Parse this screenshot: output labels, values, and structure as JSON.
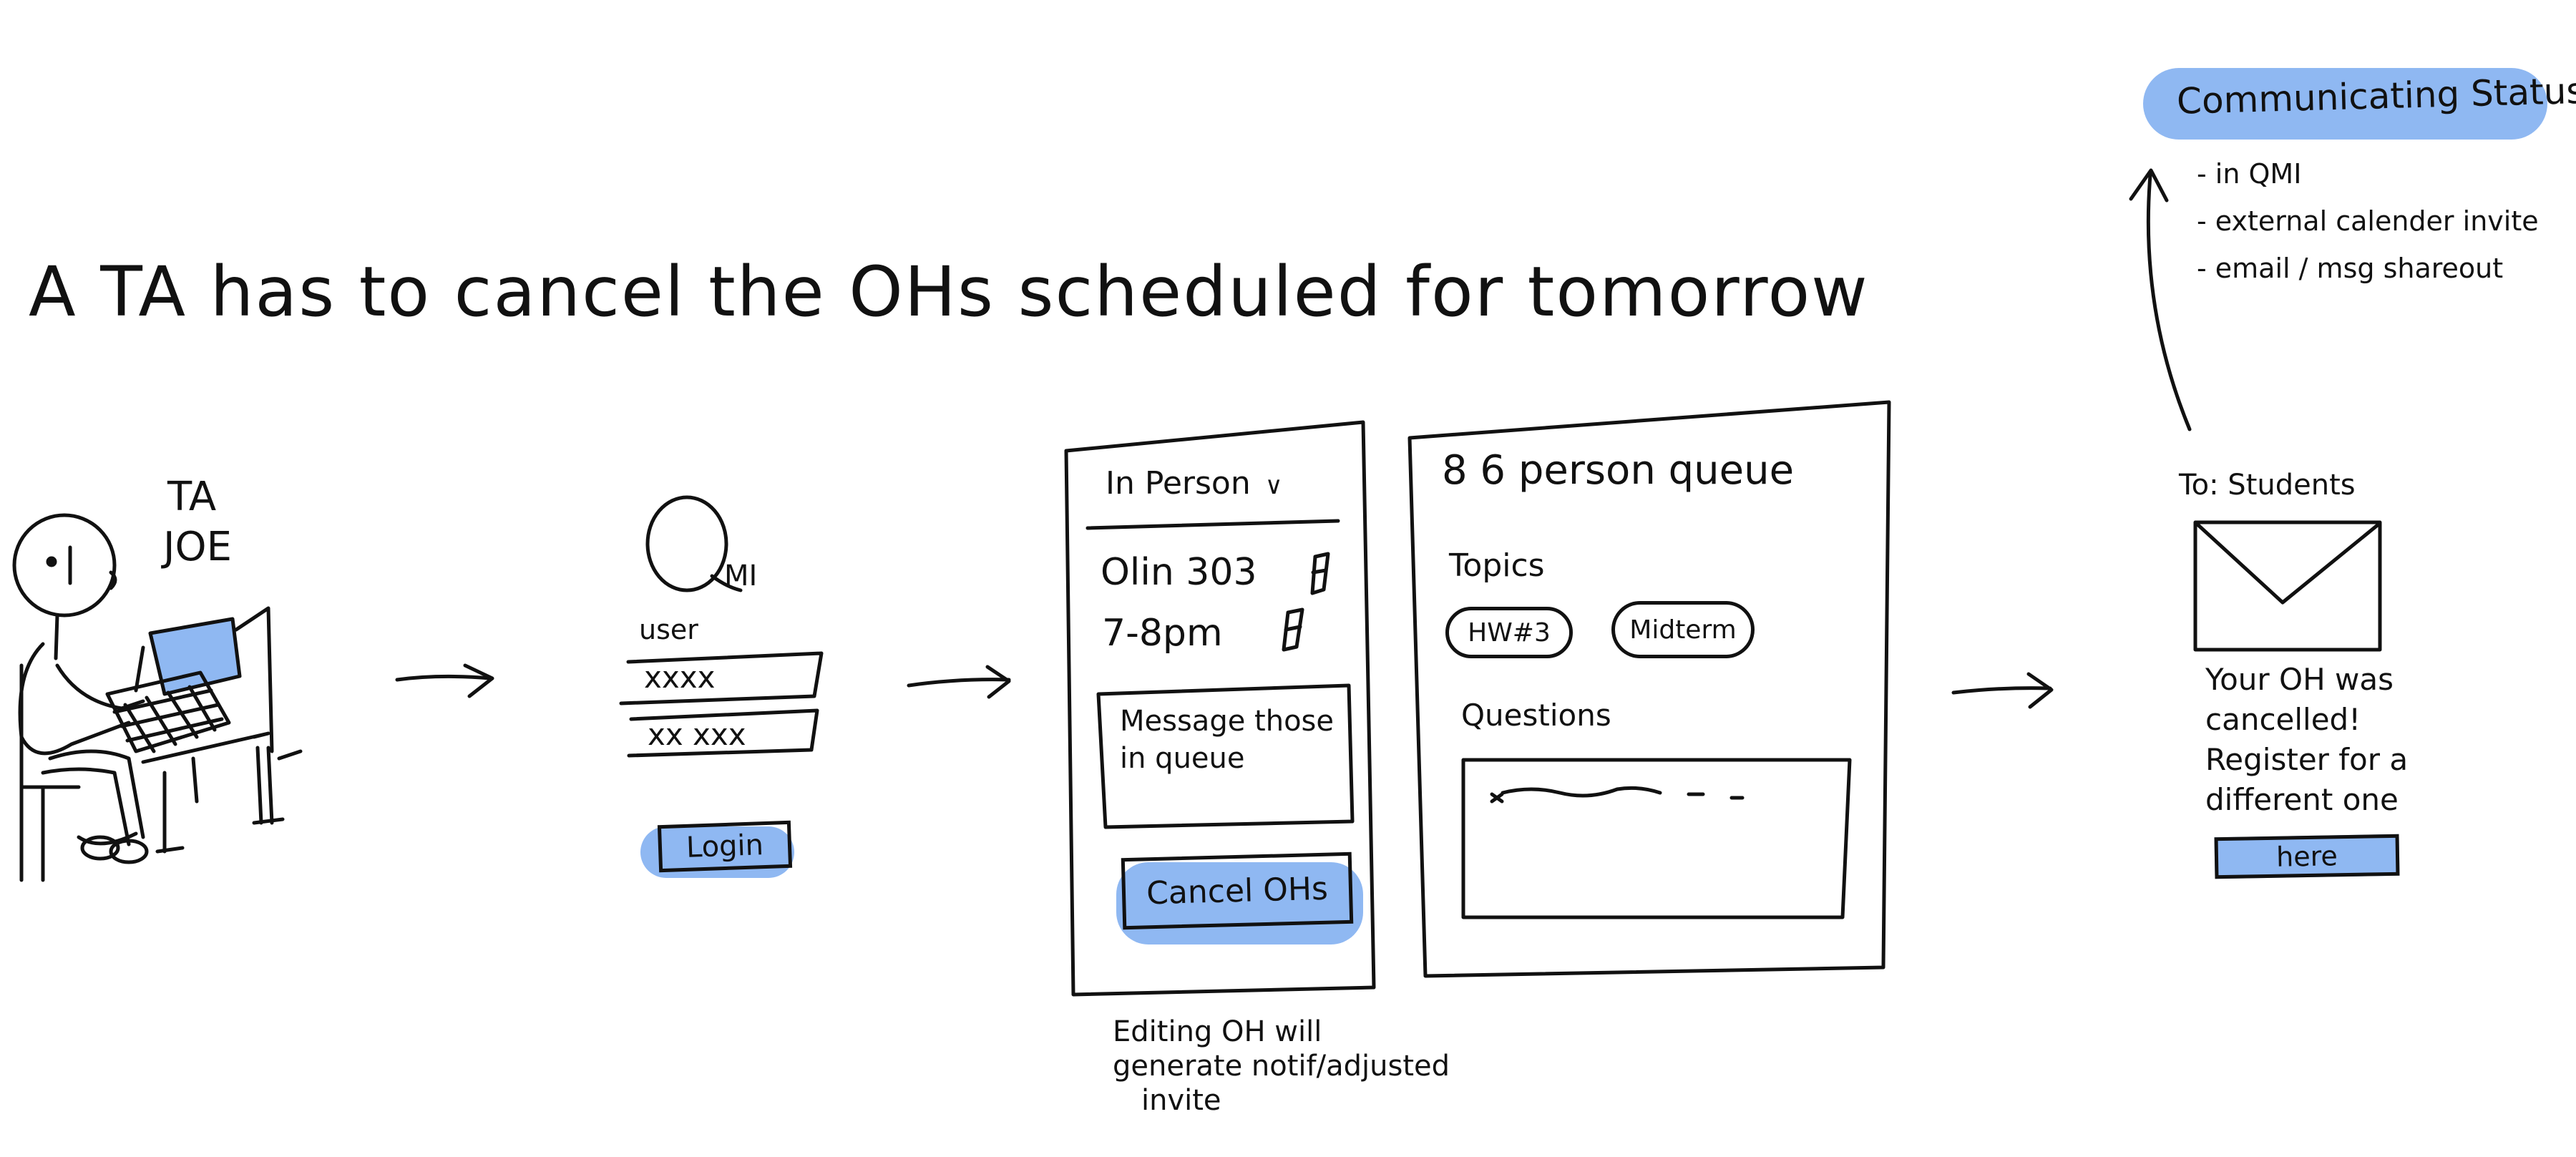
{
  "title": "A TA has to cancel the OHs scheduled for tomorrow",
  "persona": {
    "line1": "TA",
    "line2": "JOE"
  },
  "login": {
    "logo_letters": "MI",
    "user_label": "user",
    "username_value": "xxxx",
    "password_value": "xx xxx",
    "login_button": "Login"
  },
  "edit_panel": {
    "mode_select": "In Person",
    "location": "Olin 303",
    "time": "7-8pm",
    "message_placeholder": "Message those in queue",
    "cancel_button": "Cancel OHs"
  },
  "edit_caption": [
    "Editing OH will",
    "generate notif/adjusted",
    "invite"
  ],
  "queue_panel": {
    "queue_title": "8 6 person queue",
    "topics_label": "Topics",
    "topics": [
      "HW#3",
      "Midterm"
    ],
    "questions_label": "Questions"
  },
  "email": {
    "to": "To: Students",
    "body_lines": [
      "Your OH was",
      "cancelled!",
      "Register for a",
      "different one"
    ],
    "link_button": "here"
  },
  "status_note": {
    "heading": "Communicating Status?",
    "items": [
      "- in QMI",
      "- external calender invite",
      "- email / msg shareout"
    ]
  },
  "colors": {
    "highlight": "#8fb8f2",
    "ink": "#111111"
  }
}
